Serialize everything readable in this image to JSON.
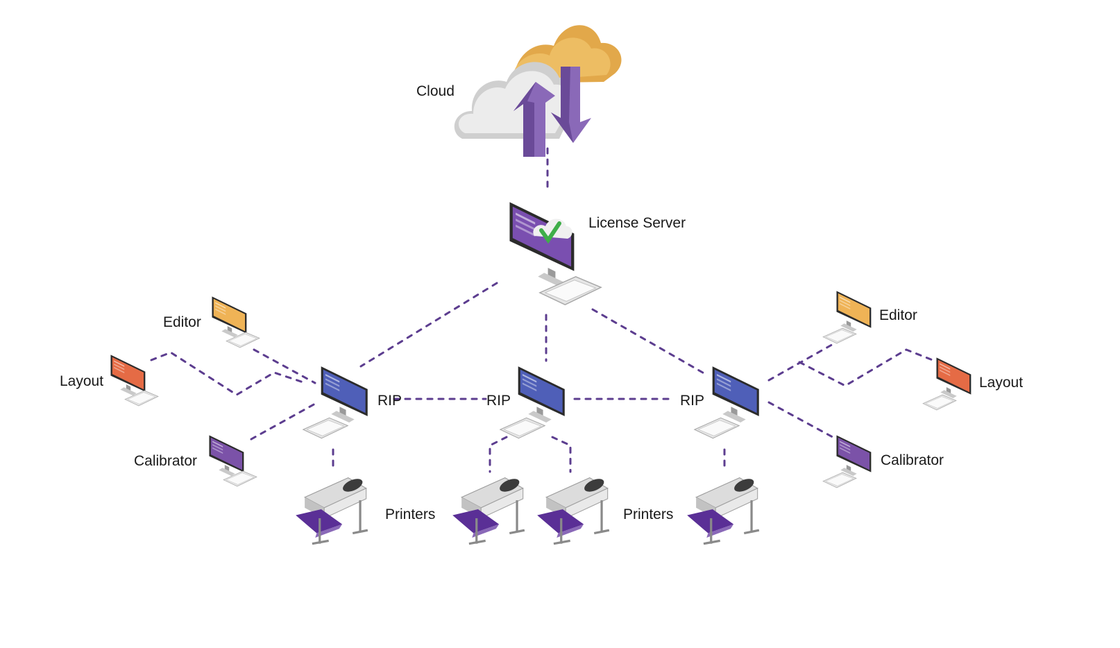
{
  "labels": {
    "cloud": "Cloud",
    "license_server": "License Server",
    "left_editor": "Editor",
    "left_layout": "Layout",
    "left_calibrator": "Calibrator",
    "rip_left": "RIP",
    "rip_center": "RIP",
    "rip_right": "RIP",
    "right_editor": "Editor",
    "right_layout": "Layout",
    "right_calibrator": "Calibrator",
    "printers_left": "Printers",
    "printers_center": "Printers"
  },
  "colors": {
    "link": "#5c3d8f",
    "cloud_grey": "#dcdcdc",
    "cloud_orange": "#e2a84a",
    "arrow_purple": "#8a69b8",
    "screen_rip": "#4f5fb8",
    "screen_editor": "#efb356",
    "screen_layout": "#e56b45",
    "screen_calibrator": "#7b52a8",
    "screen_license": "#7a4fb0",
    "printer_media": "#5a2f96"
  },
  "icons": {
    "cloud": "cloud-sync-icon",
    "license_server": "license-server-monitor-icon",
    "workstation": "monitor-icon",
    "printer": "large-format-printer-icon"
  }
}
